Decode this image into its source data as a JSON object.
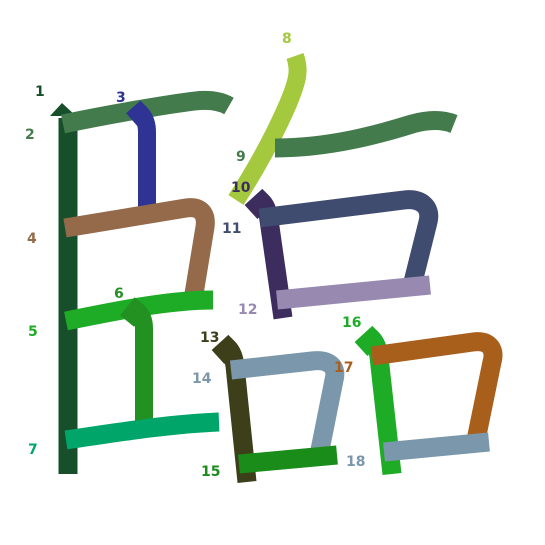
{
  "strokes": [
    {
      "number": "1",
      "color": "#174f2b"
    },
    {
      "number": "2",
      "color": "#437b4d"
    },
    {
      "number": "3",
      "color": "#2e3394"
    },
    {
      "number": "4",
      "color": "#946a4a"
    },
    {
      "number": "5",
      "color": "#1eac26"
    },
    {
      "number": "6",
      "color": "#229122"
    },
    {
      "number": "7",
      "color": "#00a56a"
    },
    {
      "number": "8",
      "color": "#a4c93f"
    },
    {
      "number": "9",
      "color": "#437b4d"
    },
    {
      "number": "10",
      "color": "#3d2d5f"
    },
    {
      "number": "11",
      "color": "#404b70"
    },
    {
      "number": "12",
      "color": "#9789b0"
    },
    {
      "number": "13",
      "color": "#3d3f1a"
    },
    {
      "number": "14",
      "color": "#7b97ab"
    },
    {
      "number": "15",
      "color": "#1a8c1a"
    },
    {
      "number": "16",
      "color": "#1eac26"
    },
    {
      "number": "17",
      "color": "#a95f1c"
    },
    {
      "number": "18",
      "color": "#7b97ab"
    }
  ]
}
